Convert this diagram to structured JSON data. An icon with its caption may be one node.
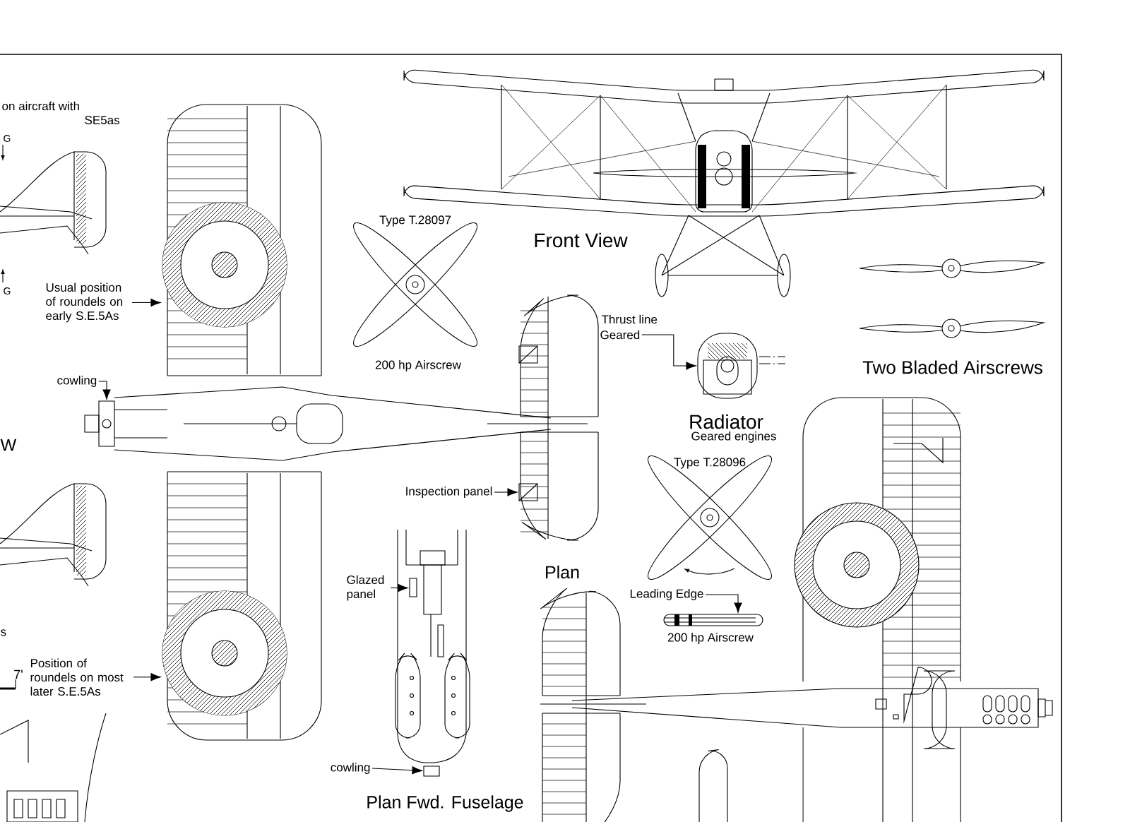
{
  "diagram": {
    "nodes": [
      {
        "text": [
          "Usual position of roundels on early S.E.5As"
        ]
      },
      {
        "text": [
          "cowling"
        ]
      },
      {
        "text": [
          "Inspection panel"
        ]
      },
      {
        "text": [
          "Glazed panel"
        ]
      },
      {
        "text": [
          "cowling"
        ]
      },
      {
        "text": [
          "Position of roundels on most later S.E.5As"
        ]
      },
      {
        "text": [
          "Geared"
        ]
      },
      {
        "text": [
          "Leading Edge"
        ]
      },
      {
        "text": [],
        "shape": "circle"
      },
      {
        "text": [],
        "shape": "box"
      },
      {
        "text": [],
        "shape": "box"
      },
      {
        "text": [],
        "shape": "box"
      },
      {
        "text": [],
        "shape": "box"
      },
      {
        "text": [],
        "shape": "circle"
      },
      {
        "text": [],
        "shape": "box",
        "beside": [
          "Radiator",
          "Geared engines"
        ]
      },
      {
        "text": [],
        "shape": "bar",
        "beside": [
          "200 hp Airscrew"
        ]
      },
      {
        "text": [],
        "shape": "box"
      }
    ],
    "edges": [
      {
        "from": 0,
        "to": 8,
        "arrow": "to"
      },
      {
        "from": 1,
        "to": 9,
        "arrow": "to"
      },
      {
        "from": 2,
        "to": 10,
        "arrow": "to"
      },
      {
        "from": 3,
        "to": 11,
        "arrow": "to"
      },
      {
        "from": 4,
        "to": 12,
        "arrow": "to"
      },
      {
        "from": 5,
        "to": 13,
        "arrow": "to"
      },
      {
        "from": 6,
        "to": 14,
        "arrow": "to"
      },
      {
        "from": 7,
        "to": 15,
        "arrow": "to"
      }
    ],
    "labels": [
      "on aircraft with",
      "SE5as",
      "G",
      "G",
      "W",
      "s",
      "7'",
      "Type T.28097",
      "200 hp Airscrew",
      "Front View",
      "Thrust line",
      "Two Bladed Airscrews",
      "Type T.28096",
      "Plan",
      "Plan Fwd. Fuselage"
    ]
  }
}
